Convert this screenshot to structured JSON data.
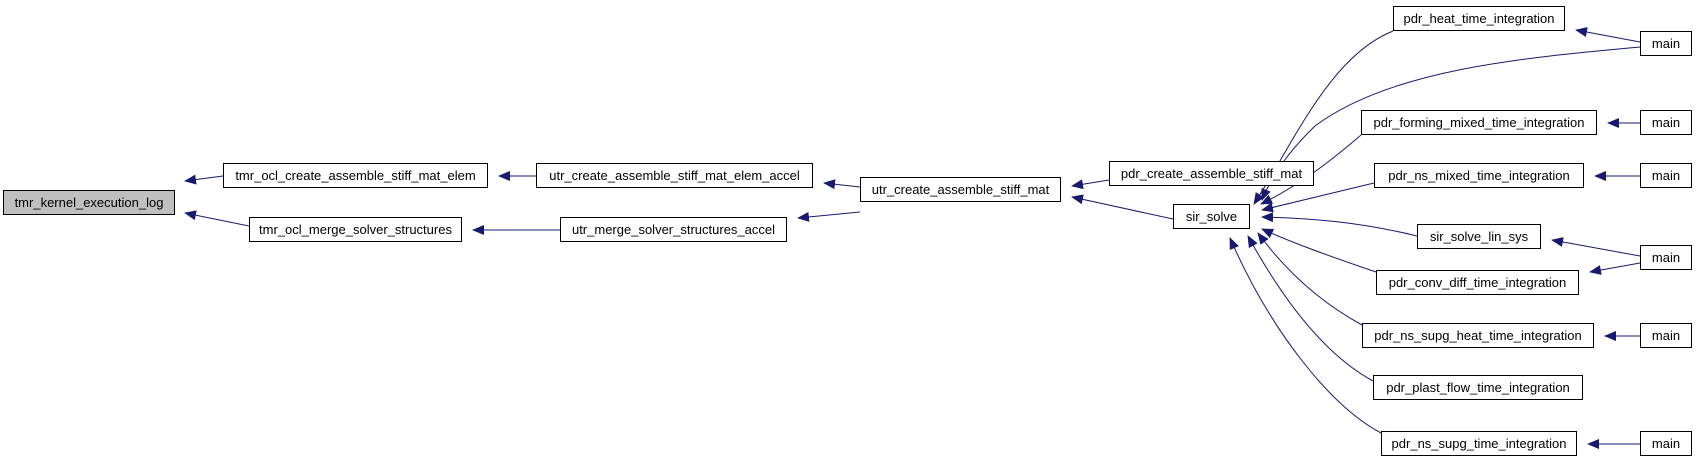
{
  "graph": {
    "edge_color": "#191970",
    "root_fill": "#bfbfbf",
    "nodes": {
      "tmr_kernel_execution_log": "tmr_kernel_execution_log",
      "tmr_ocl_create_assemble_stiff_mat_elem": "tmr_ocl_create_assemble_stiff_mat_elem",
      "tmr_ocl_merge_solver_structures": "tmr_ocl_merge_solver_structures",
      "utr_create_assemble_stiff_mat_elem_accel": "utr_create_assemble_stiff_mat_elem_accel",
      "utr_merge_solver_structures_accel": "utr_merge_solver_structures_accel",
      "utr_create_assemble_stiff_mat": "utr_create_assemble_stiff_mat",
      "pdr_create_assemble_stiff_mat": "pdr_create_assemble_stiff_mat",
      "sir_solve": "sir_solve",
      "pdr_heat_time_integration": "pdr_heat_time_integration",
      "pdr_forming_mixed_time_integration": "pdr_forming_mixed_time_integration",
      "pdr_ns_mixed_time_integration": "pdr_ns_mixed_time_integration",
      "sir_solve_lin_sys": "sir_solve_lin_sys",
      "pdr_conv_diff_time_integration": "pdr_conv_diff_time_integration",
      "pdr_ns_supg_heat_time_integration": "pdr_ns_supg_heat_time_integration",
      "pdr_plast_flow_time_integration": "pdr_plast_flow_time_integration",
      "pdr_ns_supg_time_integration": "pdr_ns_supg_time_integration",
      "main_1": "main",
      "main_2": "main",
      "main_3": "main",
      "main_4": "main",
      "main_5": "main",
      "main_6": "main"
    }
  }
}
